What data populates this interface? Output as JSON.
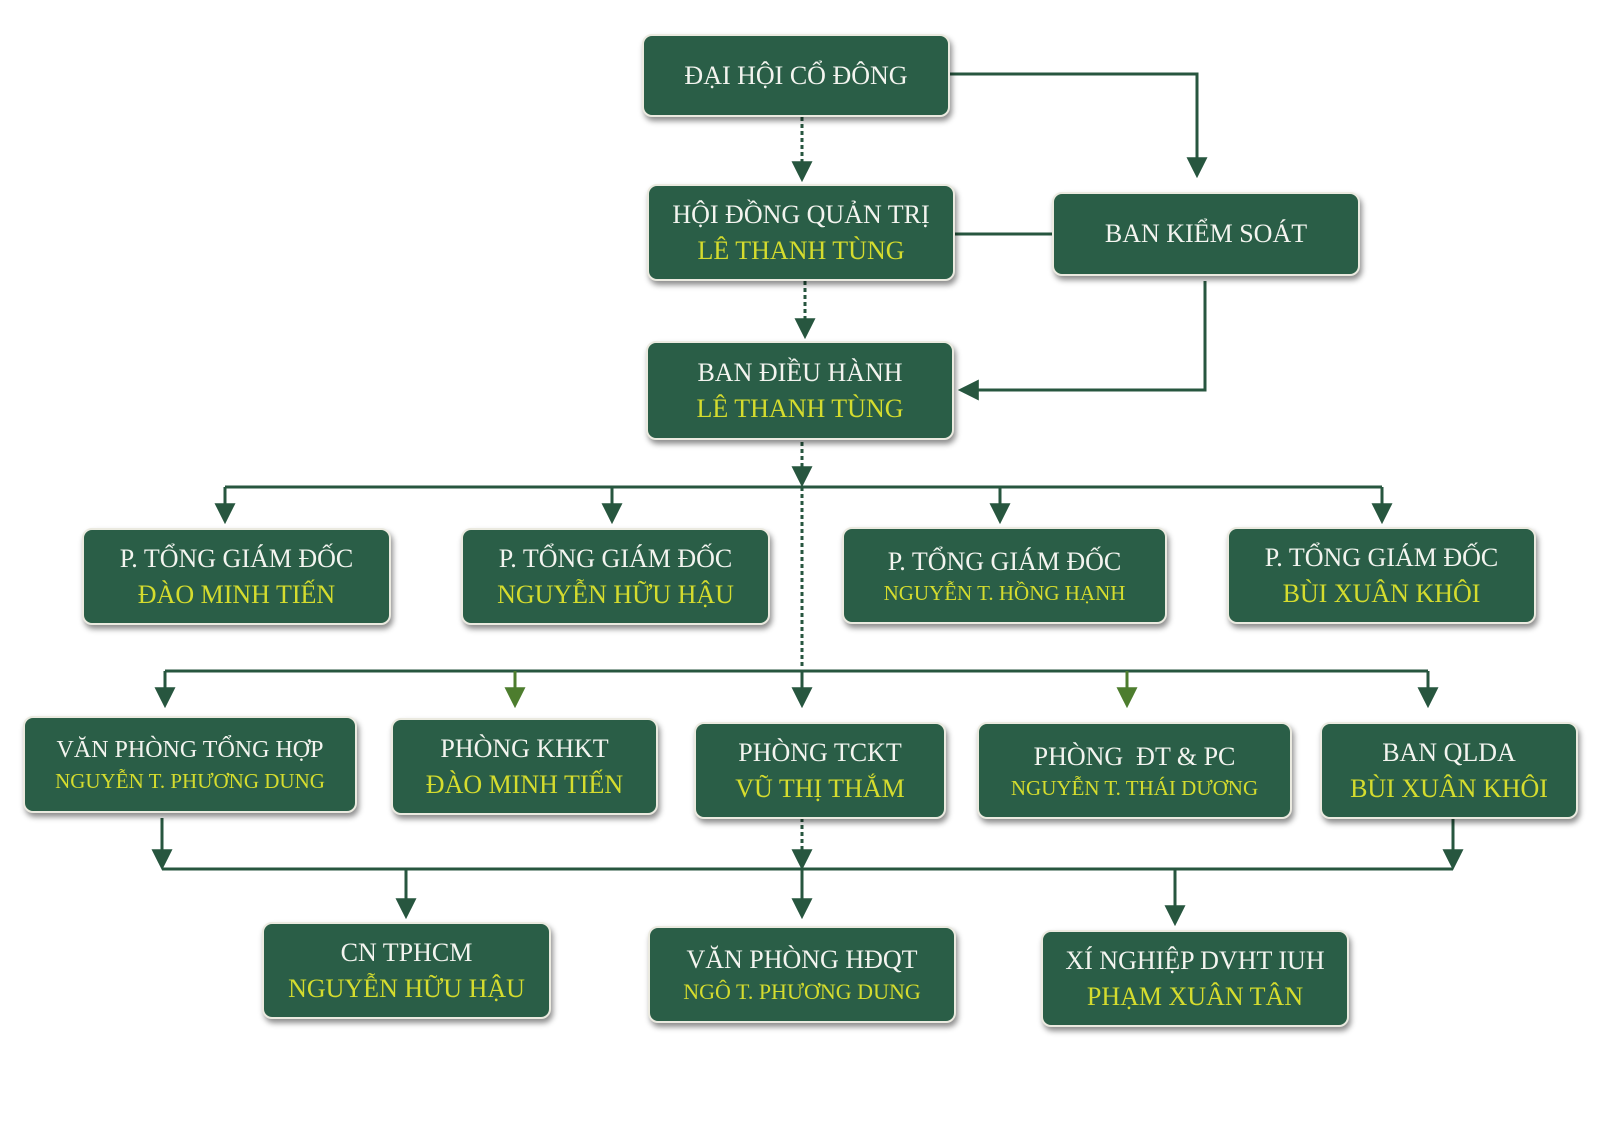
{
  "colors": {
    "box_fill": "#2a5e47",
    "box_border": "#ebeae0",
    "title_text": "#f3f4ef",
    "name_text": "#d5dc2e",
    "connector": "#27563f"
  },
  "nodes": {
    "shareholders": {
      "title": "ĐẠI HỘI CỔ ĐÔNG"
    },
    "board": {
      "title": "HỘI ĐỒNG QUẢN TRỊ",
      "name": "LÊ THANH TÙNG"
    },
    "supervisory": {
      "title": "BAN KIỂM SOÁT"
    },
    "executive": {
      "title": "BAN ĐIỀU HÀNH",
      "name": "LÊ THANH TÙNG"
    },
    "deputies": [
      {
        "title": "P. TỔNG GIÁM ĐỐC",
        "name": "ĐÀO MINH TIẾN"
      },
      {
        "title": "P. TỔNG GIÁM ĐỐC",
        "name": "NGUYỄN HỮU HẬU"
      },
      {
        "title": "P. TỔNG GIÁM ĐỐC",
        "name": "NGUYỄN T. HỒNG HẠNH"
      },
      {
        "title": "P. TỔNG GIÁM ĐỐC",
        "name": "BÙI XUÂN KHÔI"
      }
    ],
    "departments": [
      {
        "title": "VĂN PHÒNG TỔNG HỢP",
        "name": "NGUYỄN T. PHƯƠNG DUNG"
      },
      {
        "title": "PHÒNG KHKT",
        "name": "ĐÀO MINH TIẾN"
      },
      {
        "title": "PHÒNG TCKT",
        "name": "VŨ THỊ THẮM"
      },
      {
        "title": "PHÒNG  ĐT & PC",
        "name": "NGUYỄN T. THÁI DƯƠNG"
      },
      {
        "title": "BAN QLDA",
        "name": "BÙI XUÂN KHÔI"
      }
    ],
    "units": [
      {
        "title": "CN TPHCM",
        "name": "NGUYỄN HỮU HẬU"
      },
      {
        "title": "VĂN PHÒNG HĐQT",
        "name": "NGÔ T. PHƯƠNG DUNG"
      },
      {
        "title": "XÍ NGHIỆP DVHT IUH",
        "name": "PHẠM XUÂN TÂN"
      }
    ]
  }
}
